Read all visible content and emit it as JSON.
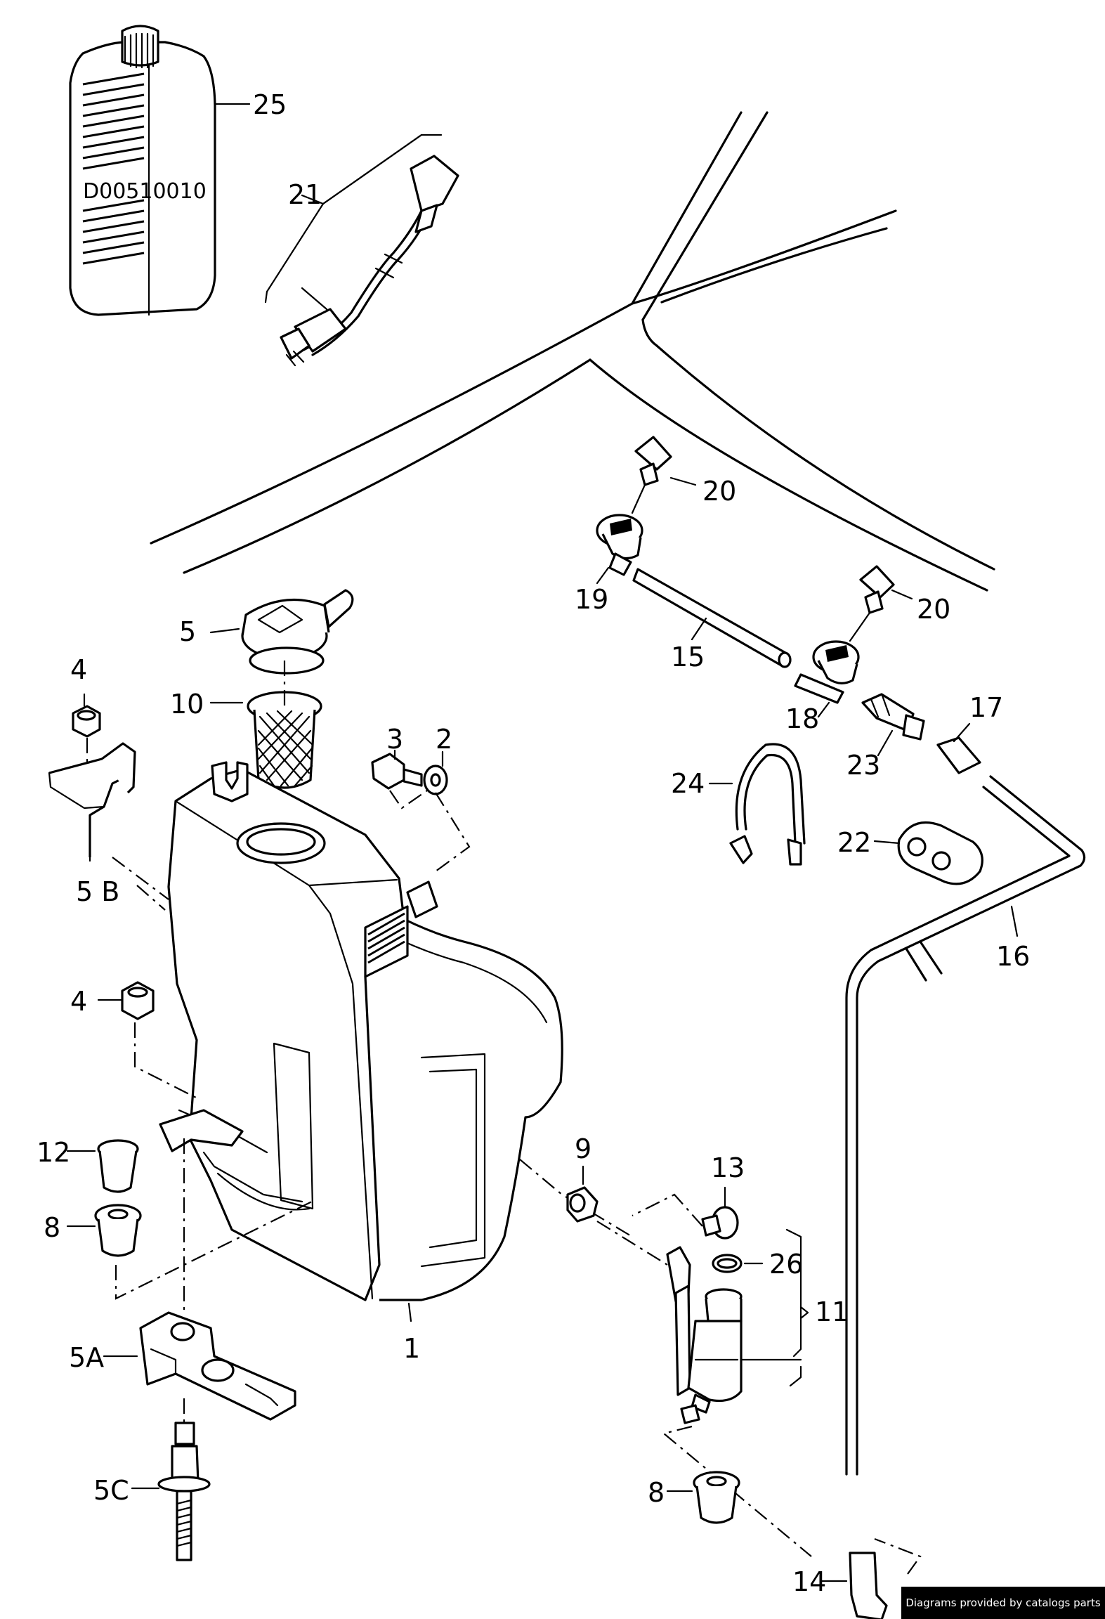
{
  "bottle_code": "D00510010",
  "labels": {
    "l25": "25",
    "l21": "21",
    "l20a": "20",
    "l20b": "20",
    "l19": "19",
    "l15": "15",
    "l18": "18",
    "l17": "17",
    "l23": "23",
    "l24": "24",
    "l22": "22",
    "l16": "16",
    "l5": "5",
    "l10": "10",
    "l4a": "4",
    "l4b": "4",
    "l3": "3",
    "l2": "2",
    "l5B": "5 B",
    "l12": "12",
    "l8a": "8",
    "l8b": "8",
    "l5A": "5A",
    "l5C": "5C",
    "l1": "1",
    "l9": "9",
    "l13": "13",
    "l26": "26",
    "l11": "11",
    "l14": "14"
  },
  "credit": "Diagrams provided by catalogs parts"
}
